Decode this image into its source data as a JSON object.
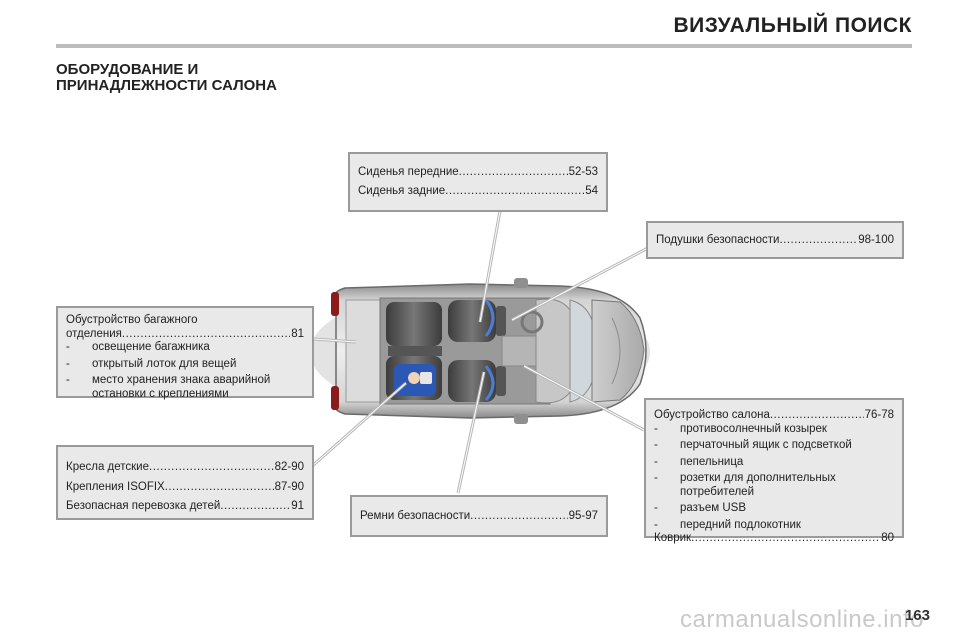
{
  "header": {
    "title": "ВИЗУАЛЬНЫЙ ПОИСК"
  },
  "section": {
    "title_line1": "ОБОРУДОВАНИЕ И",
    "title_line2": "ПРИНАДЛЕЖНОСТИ САЛОНА"
  },
  "boxes": {
    "seats": {
      "items": [
        {
          "label": "Сиденья передние",
          "page": "52-53"
        },
        {
          "label": "Сиденья задние",
          "page": "54"
        }
      ]
    },
    "airbags": {
      "label": "Подушки безопасности",
      "page": "98-100"
    },
    "trunk": {
      "line1": "Обустройство багажного",
      "line2_label": "отделения",
      "line2_page": "81",
      "bullets": [
        "освещение багажника",
        "открытый лоток для вещей",
        "место хранения знака аварийной остановки с креплениями"
      ]
    },
    "child": {
      "items": [
        {
          "label": "Кресла детские",
          "page": "82-90"
        },
        {
          "label": "Крепления ISOFIX",
          "page": "87-90"
        },
        {
          "label": "Безопасная перевозка детей",
          "page": "91"
        }
      ]
    },
    "belts": {
      "label": "Ремни безопасности",
      "page": "95-97"
    },
    "interior": {
      "head_label": "Обустройство салона",
      "head_page": "76-78",
      "bullets": [
        "противосолнечный козырек",
        "перчаточный ящик с подсветкой",
        "пепельница",
        "розетки для дополнительных потребителей",
        "разъем USB",
        "передний подлокотник"
      ],
      "mat_label": "Коврик",
      "mat_page": "80"
    }
  },
  "footer": {
    "page_number": "163",
    "watermark": "carmanualsonline.info"
  }
}
